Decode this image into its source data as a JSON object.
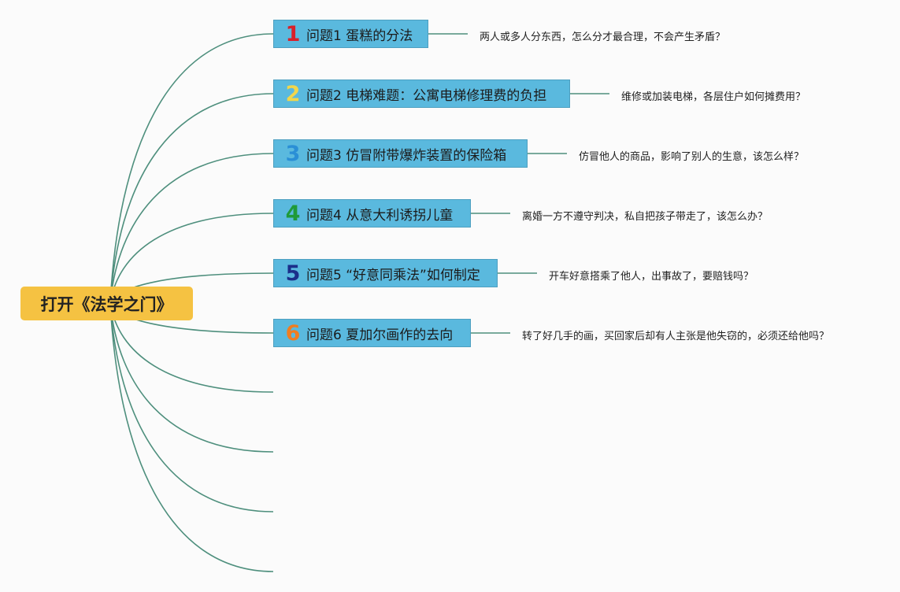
{
  "root": {
    "label": "打开《法学之门》"
  },
  "colors": {
    "root_fill": "#f5c242",
    "node_fill": "#5ab9de",
    "connector": "#4e8f7d"
  },
  "topics": [
    {
      "number": "1",
      "number_color": "#d8202a",
      "label": "问题1 蛋糕的分法",
      "description": "两人或多人分东西，怎么分才最合理，不会产生矛盾？"
    },
    {
      "number": "2",
      "number_color": "#f1d64a",
      "label": "问题2 电梯难题：公寓电梯修理费的负担",
      "description": "维修或加装电梯，各层住户如何摊费用？"
    },
    {
      "number": "3",
      "number_color": "#2a8fd6",
      "label": "问题3 仿冒附带爆炸装置的保险箱",
      "description": "仿冒他人的商品，影响了别人的生意，该怎么样？"
    },
    {
      "number": "4",
      "number_color": "#1f9a3a",
      "label": "问题4 从意大利诱拐儿童",
      "description": "离婚一方不遵守判决，私自把孩子带走了，该怎么办？"
    },
    {
      "number": "5",
      "number_color": "#1b2f8a",
      "label": "问题5 “好意同乘法”如何制定",
      "description": "开车好意搭乘了他人，出事故了，要赔钱吗？"
    },
    {
      "number": "6",
      "number_color": "#f07d20",
      "label": "问题6 夏加尔画作的去向",
      "description": "转了好几手的画，买回家后却有人主张是他失窃的，必须还给他吗？"
    }
  ]
}
